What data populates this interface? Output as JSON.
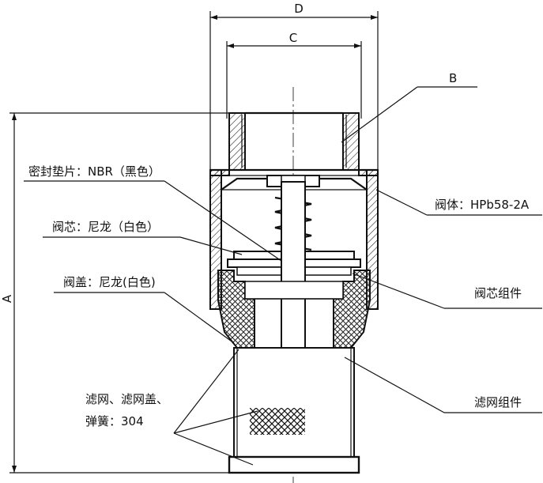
{
  "dimensions": {
    "overall_width": "D",
    "inner_width": "C",
    "thread": "B",
    "height": "A"
  },
  "labels": {
    "seal_gasket": "密封垫片：NBR（黑色）",
    "valve_core": "阀芯：尼龙（白色）",
    "valve_cap": "阀盖：尼龙(白色)",
    "filter_material_line1": "滤网、滤网盖、",
    "filter_material_line2": "弹簧：304",
    "valve_body": "阀体：HPb58-2A",
    "valve_core_assembly": "阀芯组件",
    "filter_assembly": "滤网组件"
  },
  "colors": {
    "line": "#111111",
    "hatch": "#222222",
    "background": "#ffffff"
  }
}
